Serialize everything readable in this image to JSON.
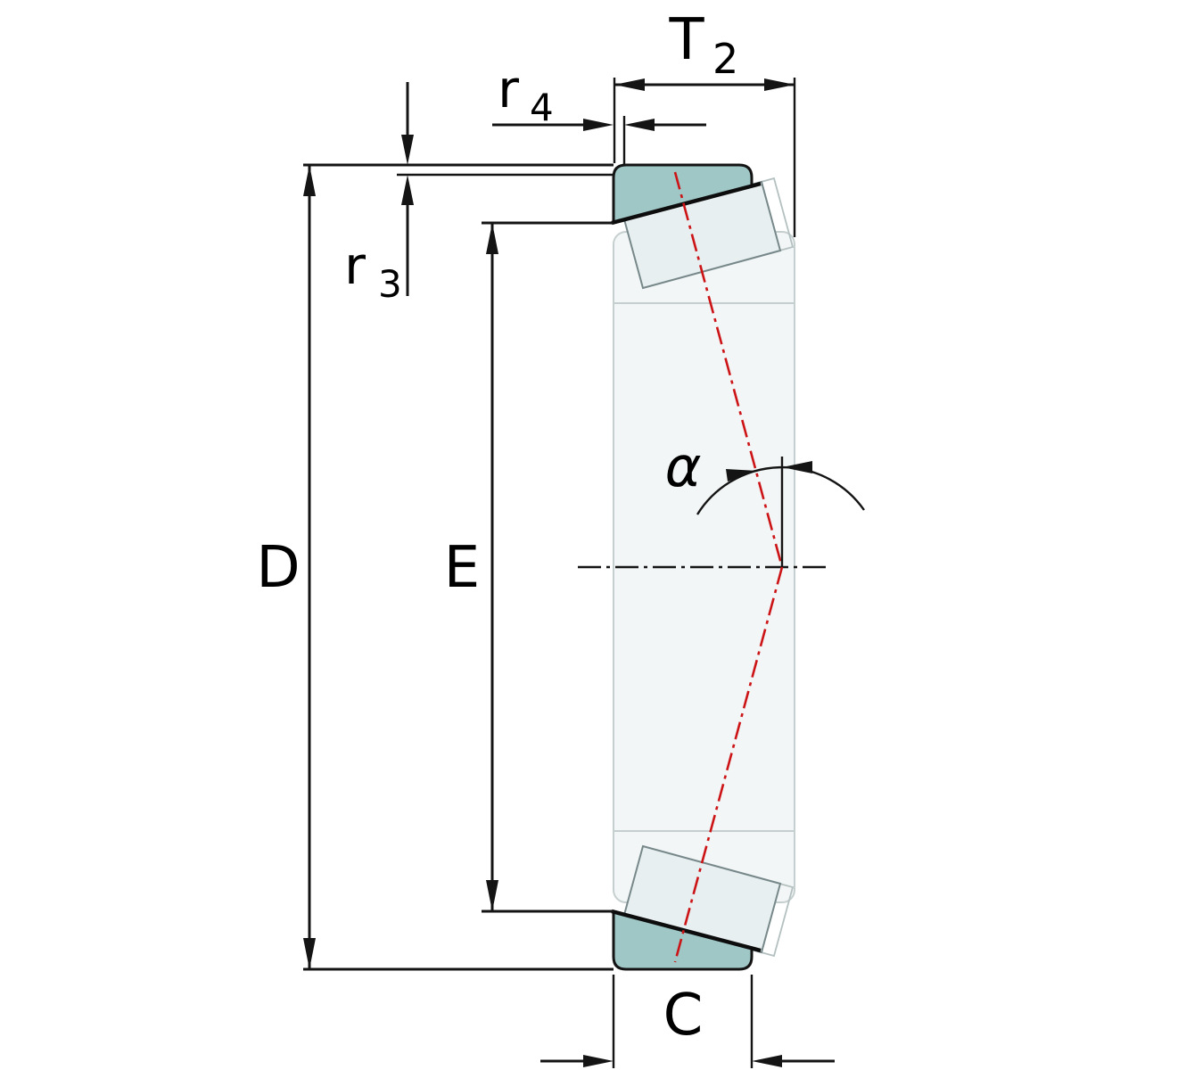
{
  "labels": {
    "width_T": {
      "base": "T",
      "sub": "2"
    },
    "chamfer_r4": {
      "base": "r",
      "sub": "4"
    },
    "chamfer_r3": {
      "base": "r",
      "sub": "3"
    },
    "outer_diameter": "D",
    "raceway_diameter": "E",
    "cup_width": "C",
    "contact_angle": "α"
  },
  "colors": {
    "ring_fill": "#9fc7c6",
    "roller_fill": "#e8eff0",
    "ghost_line": "#c6cfcf",
    "ghost_fill": "#f3f6f6",
    "contact_angle_line": "#cc1417",
    "drawing_line": "#141414"
  }
}
